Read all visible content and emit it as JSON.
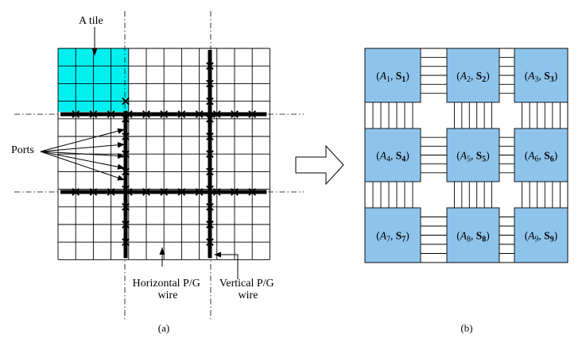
{
  "panel_a": {
    "tile_label": "A tile",
    "ports_label": "Ports",
    "horizontal_wire_label": "Horizontal P/G wire",
    "vertical_wire_label": "Vertical P/G wire",
    "caption": "(a)",
    "tile_color": "#00f0f0",
    "grid_columns": 12,
    "grid_rows": 12,
    "port_marker": "x"
  },
  "panel_b": {
    "caption": "(b)",
    "tile_color": "#8ec4ec",
    "tiles": [
      {
        "a": "A",
        "a_sub": "1",
        "s": "S",
        "s_sub": "1"
      },
      {
        "a": "A",
        "a_sub": "2",
        "s": "S",
        "s_sub": "2"
      },
      {
        "a": "A",
        "a_sub": "3",
        "s": "S",
        "s_sub": "3"
      },
      {
        "a": "A",
        "a_sub": "4",
        "s": "S",
        "s_sub": "4"
      },
      {
        "a": "A",
        "a_sub": "5",
        "s": "S",
        "s_sub": "5"
      },
      {
        "a": "A",
        "a_sub": "6",
        "s": "S",
        "s_sub": "6"
      },
      {
        "a": "A",
        "a_sub": "7",
        "s": "S",
        "s_sub": "7"
      },
      {
        "a": "A",
        "a_sub": "8",
        "s": "S",
        "s_sub": "8"
      },
      {
        "a": "A",
        "a_sub": "9",
        "s": "S",
        "s_sub": "9"
      }
    ]
  },
  "arrow_icon": "hollow-right-arrow"
}
